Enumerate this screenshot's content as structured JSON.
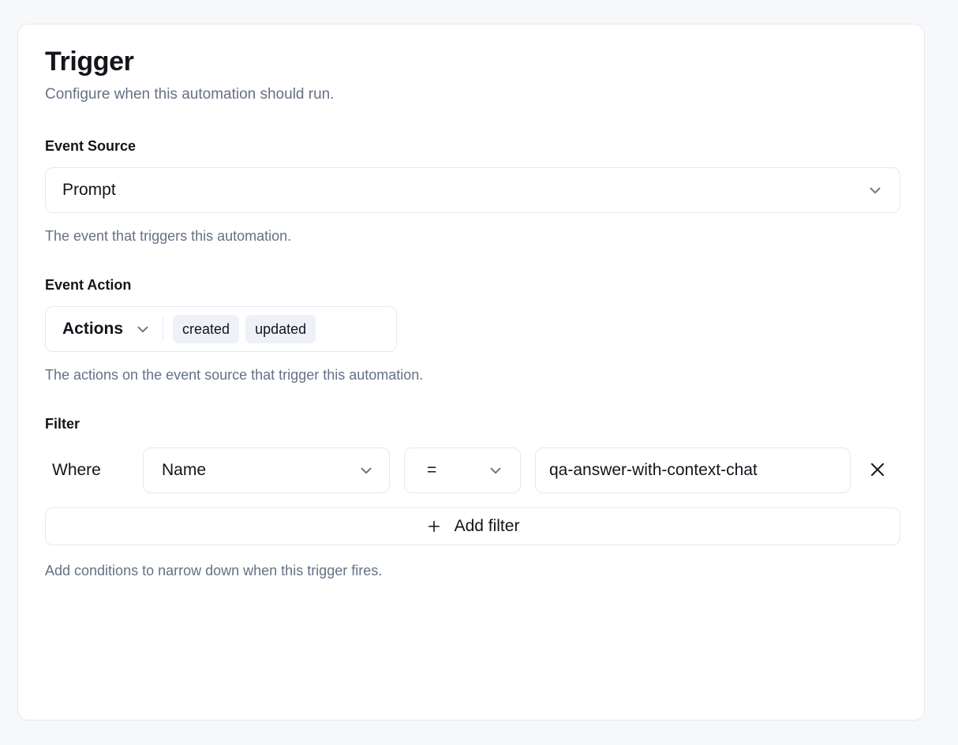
{
  "card": {
    "title": "Trigger",
    "subtitle": "Configure when this automation should run."
  },
  "event_source": {
    "label": "Event Source",
    "selected": "Prompt",
    "helper": "The event that triggers this automation.",
    "chevron_icon": "chevron-down-icon"
  },
  "event_action": {
    "label": "Event Action",
    "selected": "Actions",
    "chips": [
      {
        "label": "created"
      },
      {
        "label": "updated"
      }
    ],
    "helper": "The actions on the event source that trigger this automation.",
    "chevron_icon": "chevron-down-icon"
  },
  "filter": {
    "label": "Filter",
    "where_label": "Where",
    "rows": [
      {
        "field": "Name",
        "operator": "=",
        "value": "qa-answer-with-context-chat",
        "remove_icon": "close-icon"
      }
    ],
    "add_button": {
      "label": "Add filter",
      "icon": "plus-icon"
    },
    "helper": "Add conditions to narrow down when this trigger fires."
  },
  "colors": {
    "page_background": "#f7f8fa",
    "card_background": "#ffffff",
    "border": "#e6e8ee",
    "text_primary": "#14151b",
    "text_muted": "#667085",
    "chip_background": "#eef1f7"
  }
}
